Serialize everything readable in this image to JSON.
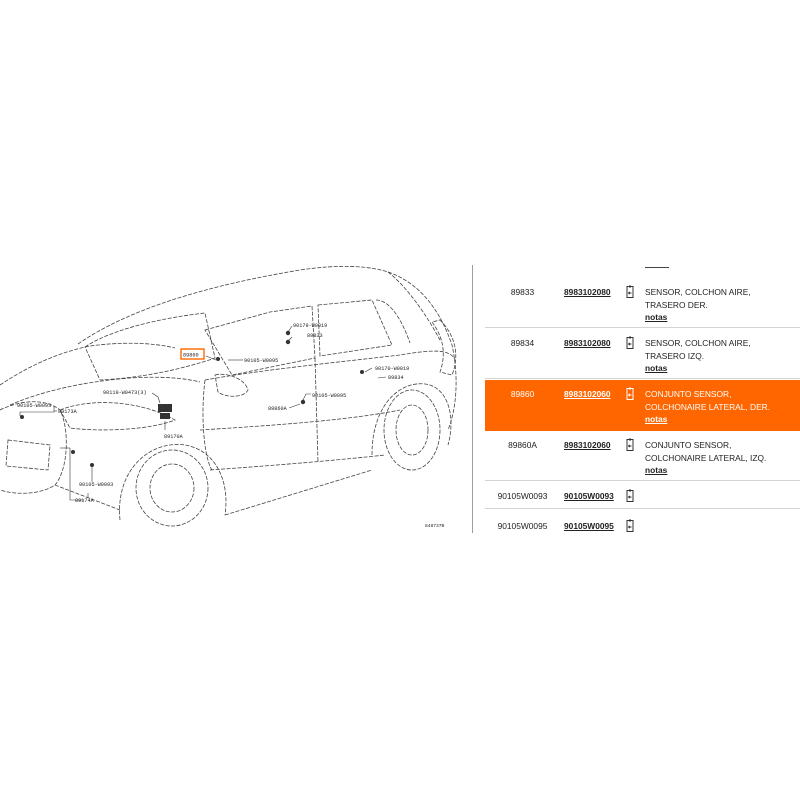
{
  "diagram": {
    "labels": {
      "p90179": "90179-W0019",
      "p89833": "89833",
      "p89860_callout": "89860",
      "p90105_95a": "90105-W0095",
      "p90170": "90170-W0019",
      "p89834": "89834",
      "p90105_95b": "90105-W0095",
      "p89860A": "89860A",
      "p90119": "90119-W0473(3)",
      "p90105_93a": "90105-W0093",
      "p89173A": "89173A",
      "p89170A": "89170A",
      "p90105_93b": "90105-W0093",
      "p89174A": "89174A",
      "code": "848737B"
    }
  },
  "parts": {
    "rows": [
      {
        "ref": "89833",
        "pn": "8983102080",
        "desc_line1": "SENSOR, COLCHON AIRE,",
        "desc_line2": "TRASERO DER.",
        "notes": "notas"
      },
      {
        "ref": "89834",
        "pn": "8983102080",
        "desc_line1": "SENSOR, COLCHON AIRE,",
        "desc_line2": "TRASERO IZQ.",
        "notes": "notas"
      },
      {
        "ref": "89860",
        "pn": "8983102060",
        "desc_line1": "CONJUNTO SENSOR,",
        "desc_line2": "COLCHONAIRE LATERAL, DER.",
        "notes": "notas"
      },
      {
        "ref": "89860A",
        "pn": "8983102060",
        "desc_line1": "CONJUNTO SENSOR,",
        "desc_line2": "COLCHONAIRE LATERAL, IZQ.",
        "notes": "notas"
      },
      {
        "ref": "90105W0093",
        "pn": "90105W0093"
      },
      {
        "ref": "90105W0095",
        "pn": "90105W0095"
      }
    ],
    "selected_ref": "89860",
    "icon": "add-to-list-icon"
  },
  "colors": {
    "highlight": "#ff6600",
    "callout_box": "#ff6600"
  }
}
